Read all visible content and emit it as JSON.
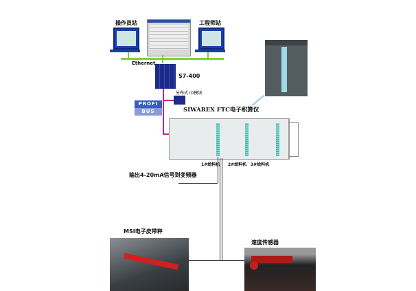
{
  "labels": {
    "operator_station": "操作员站",
    "engineer_station": "工程师站",
    "ethernet": "Ethernet",
    "plc": "S7-400",
    "distributed_io": "分布式 IO模块",
    "integrator": "SIWAREX FTC电子积算仪",
    "feeder_1": "1#给料机",
    "feeder_2": "2#给料机",
    "feeder_3": "3#给料机",
    "output_signal": "输出4-20mA信号到变频器",
    "belt_scale": "MSI电子皮带秤",
    "speed_sensor": "速度传感器"
  },
  "logo": {
    "text": "PROFI BUS"
  },
  "colors": {
    "ethernet": "#7cd03c",
    "profibus": "#c0288a",
    "cable": "#333333"
  }
}
